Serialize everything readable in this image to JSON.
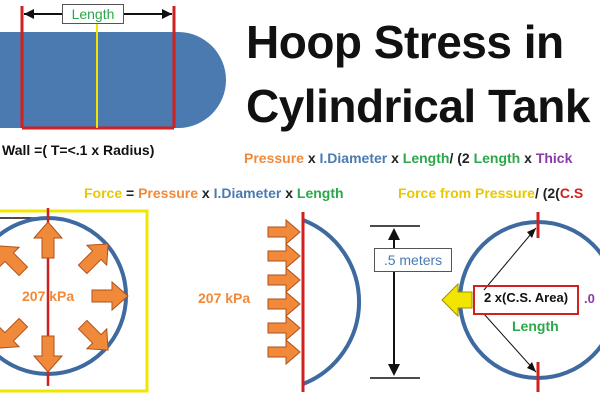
{
  "title": {
    "line1": "Hoop Stress in",
    "line2": "Cylindrical Tank"
  },
  "tank": {
    "length_label": "Length",
    "thin_wall_note": "Wall =( T=<.1 x Radius)"
  },
  "formula_top": {
    "parts": [
      {
        "text": "Pressure",
        "color": "#f08a3a"
      },
      {
        "text": " x ",
        "color": "#222222"
      },
      {
        "text": "I.Diameter",
        "color": "#4a7ab0"
      },
      {
        "text": " x ",
        "color": "#222222"
      },
      {
        "text": "Length",
        "color": "#2aa84a"
      },
      {
        "text": "/ (2 ",
        "color": "#222222"
      },
      {
        "text": "Length",
        "color": "#2aa84a"
      },
      {
        "text": " x ",
        "color": "#222222"
      },
      {
        "text": "Thick",
        "color": "#8a3aa8"
      }
    ]
  },
  "formula_force": {
    "parts": [
      {
        "text": "Force",
        "color": "#e8c800"
      },
      {
        "text": " = ",
        "color": "#222222"
      },
      {
        "text": "Pressure",
        "color": "#f08a3a"
      },
      {
        "text": " x ",
        "color": "#222222"
      },
      {
        "text": "I.Diameter",
        "color": "#4a7ab0"
      },
      {
        "text": " x ",
        "color": "#222222"
      },
      {
        "text": "Length",
        "color": "#2aa84a"
      }
    ]
  },
  "formula_right": {
    "parts": [
      {
        "text": "Force from Pressure",
        "color": "#e8c800"
      },
      {
        "text": "/ (2(",
        "color": "#222222"
      },
      {
        "text": "C.S",
        "color": "#d02020"
      }
    ]
  },
  "pressure_left": "207 kPa",
  "pressure_mid": "207 kPa",
  "radius_label": ".5 meters",
  "cs_area_label": "2 x(C.S. Area)",
  "cs_suffix": ".0",
  "cs_length_label": "Length",
  "colors": {
    "tank_blue": "#4a7ab0",
    "ring_blue": "#3e6aa0",
    "red": "#d02020",
    "yellow": "#f2e600",
    "arrow_orange": "#f08a3a",
    "arrow_yellow": "#f2e600",
    "green": "#2aa84a",
    "purple": "#8a3aa8"
  }
}
